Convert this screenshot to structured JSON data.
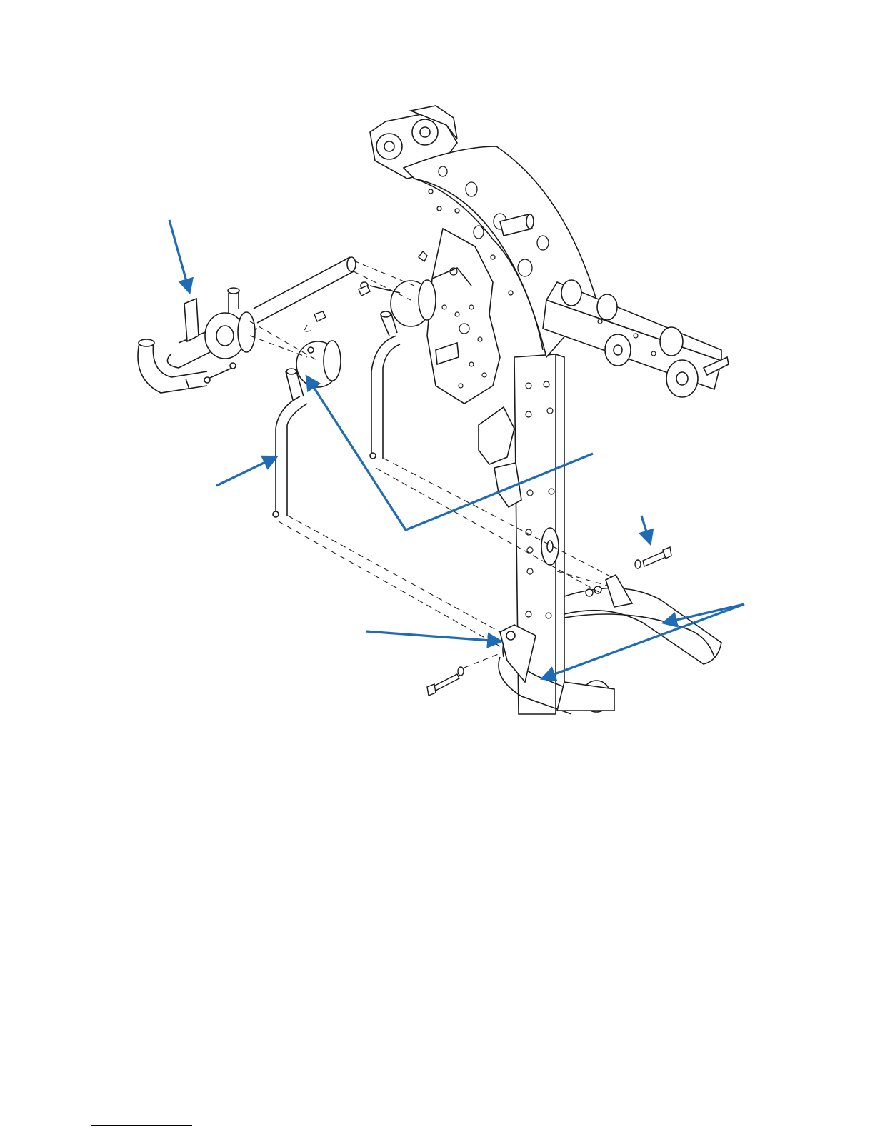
{
  "colors": {
    "line": "#1a1a1a",
    "callout": "#1f6bb5",
    "paper": "#ffffff"
  },
  "callouts": [
    {
      "id": "callout-top-left-bracket"
    },
    {
      "id": "callout-left-arm-tube"
    },
    {
      "id": "callout-pivot-pulley-housing"
    },
    {
      "id": "callout-right-bolt"
    },
    {
      "id": "callout-front-bracket"
    },
    {
      "id": "callout-base-tubes"
    }
  ]
}
